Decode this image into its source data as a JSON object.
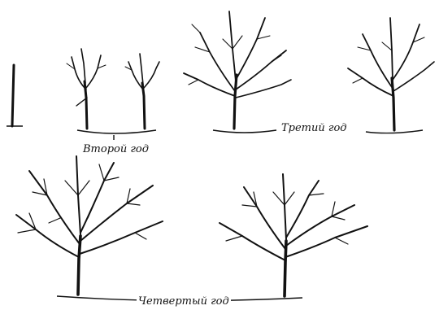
{
  "labels": {
    "year2": "Второй год",
    "year3": "Третий год",
    "year4": "Четвертый год"
  },
  "colors": {
    "ink": "#111111",
    "paper": "#ffffff"
  }
}
